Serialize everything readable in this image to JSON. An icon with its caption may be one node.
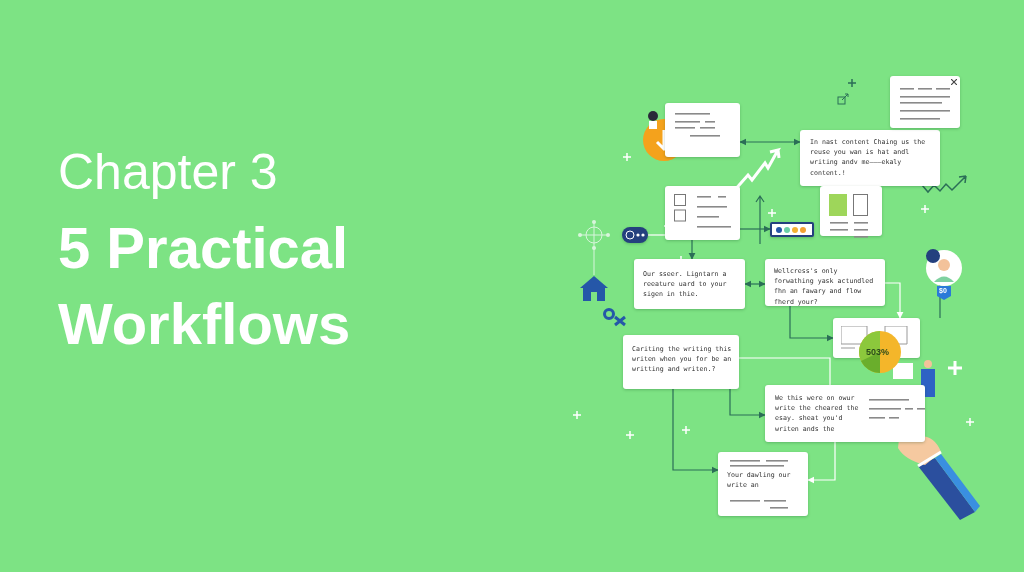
{
  "diagram": {
    "nodes": [
      {
        "text": [],
        "shape": "box"
      },
      {
        "text": [
          "In nast content Chaing us the reuse you wan is hat andl writing andv me———ekaly content.!"
        ]
      },
      {
        "text": [],
        "shape": "box"
      },
      {
        "text": [],
        "shape": "box"
      },
      {
        "text": [],
        "shape": "box"
      },
      {
        "text": [],
        "shape": "bar"
      },
      {
        "text": [],
        "shape": "bar"
      },
      {
        "text": [
          "Our sseer. Ligntarn a reeature uard to your sigen in thie."
        ]
      },
      {
        "text": [
          "Wellcress's only forwathing yask actundled fhn an fawary and flow fherd your?"
        ]
      },
      {
        "text": [],
        "shape": "box"
      },
      {
        "text": [
          "Cariting the writing this writen when you for be an writting and writen.?"
        ]
      },
      {
        "text": [
          "We this were on owur write the cheared the esay. sheat you'd writen ands the"
        ]
      },
      {
        "text": [
          "Your dawling our write an"
        ]
      }
    ],
    "edges": [
      {
        "from": 0,
        "to": 1,
        "arrow": "both"
      },
      {
        "from": 4,
        "to": 6,
        "arrow": "to"
      },
      {
        "from": 4,
        "to": 7,
        "arrow": "to"
      },
      {
        "from": 7,
        "to": 8,
        "arrow": "both"
      },
      {
        "from": 8,
        "to": 9,
        "arrow": "to"
      },
      {
        "from": 8,
        "to": 9,
        "arrow": "to",
        "color": "#ffffff"
      },
      {
        "from": 10,
        "to": 11,
        "arrow": "to"
      },
      {
        "from": 10,
        "to": 11,
        "arrow": "none",
        "color": "#ffffff"
      },
      {
        "from": 11,
        "to": 12,
        "arrow": "to",
        "color": "#ffffff"
      },
      {
        "from": 10,
        "to": 12,
        "arrow": "to"
      },
      {
        "from": 5,
        "to": 4,
        "arrow": "none",
        "color": "#ffffff"
      }
    ],
    "labels": [
      "Chapter 3",
      "5 Practical Workflows",
      "$0",
      "503%"
    ]
  }
}
